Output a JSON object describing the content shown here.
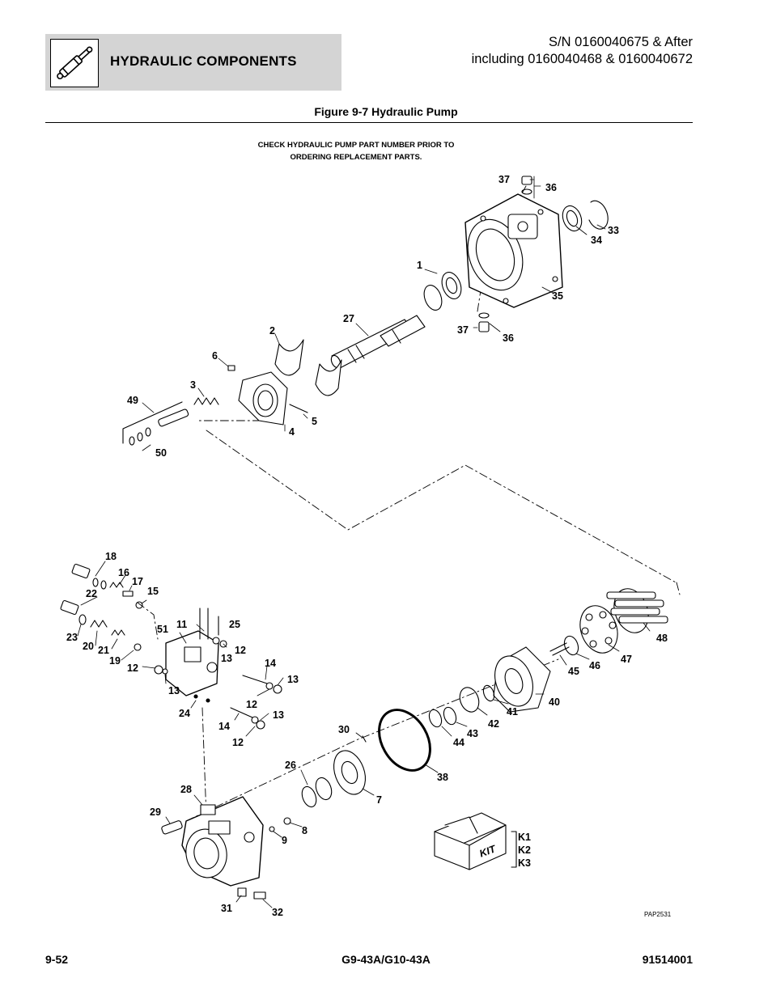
{
  "header": {
    "section_title": "HYDRAULIC COMPONENTS",
    "serial_line1": "S/N 0160040675 & After",
    "serial_line2": "including 0160040468 & 0160040672",
    "logo_icon": "hydraulic-cylinder-icon"
  },
  "figure": {
    "title": "Figure 9-7 Hydraulic Pump",
    "note_line1": "CHECK HYDRAULIC PUMP PART NUMBER PRIOR TO",
    "note_line2": "ORDERING REPLACEMENT PARTS.",
    "reference": "PAP2531",
    "kit_box_label": "KIT"
  },
  "callouts": {
    "c37a": "37",
    "c36a": "36",
    "c33": "33",
    "c34": "34",
    "c35": "35",
    "c1": "1",
    "c27": "27",
    "c37b": "37",
    "c36b": "36",
    "c2": "2",
    "c6": "6",
    "c3": "3",
    "c49": "49",
    "c5": "5",
    "c4": "4",
    "c50": "50",
    "c18": "18",
    "c16": "16",
    "c17": "17",
    "c22": "22",
    "c15": "15",
    "c23": "23",
    "c20": "20",
    "c21": "21",
    "c19": "19",
    "c11": "11",
    "c25": "25",
    "c51": "51",
    "c12a": "12",
    "c13a": "13",
    "c12b": "12",
    "c13b": "13",
    "c14a": "14",
    "c13c": "13",
    "c12c": "12",
    "c24": "24",
    "c14b": "14",
    "c13d": "13",
    "c12d": "12",
    "c48": "48",
    "c47": "47",
    "c46": "46",
    "c45": "45",
    "c40": "40",
    "c41": "41",
    "c42": "42",
    "c43": "43",
    "c44": "44",
    "c30": "30",
    "c38": "38",
    "c26": "26",
    "c7": "7",
    "c28": "28",
    "c29": "29",
    "c8": "8",
    "c9": "9",
    "c31": "31",
    "c32": "32"
  },
  "kits": [
    "K1",
    "K2",
    "K3"
  ],
  "footer": {
    "page_number": "9-52",
    "model": "G9-43A/G10-43A",
    "document_number": "91514001"
  }
}
